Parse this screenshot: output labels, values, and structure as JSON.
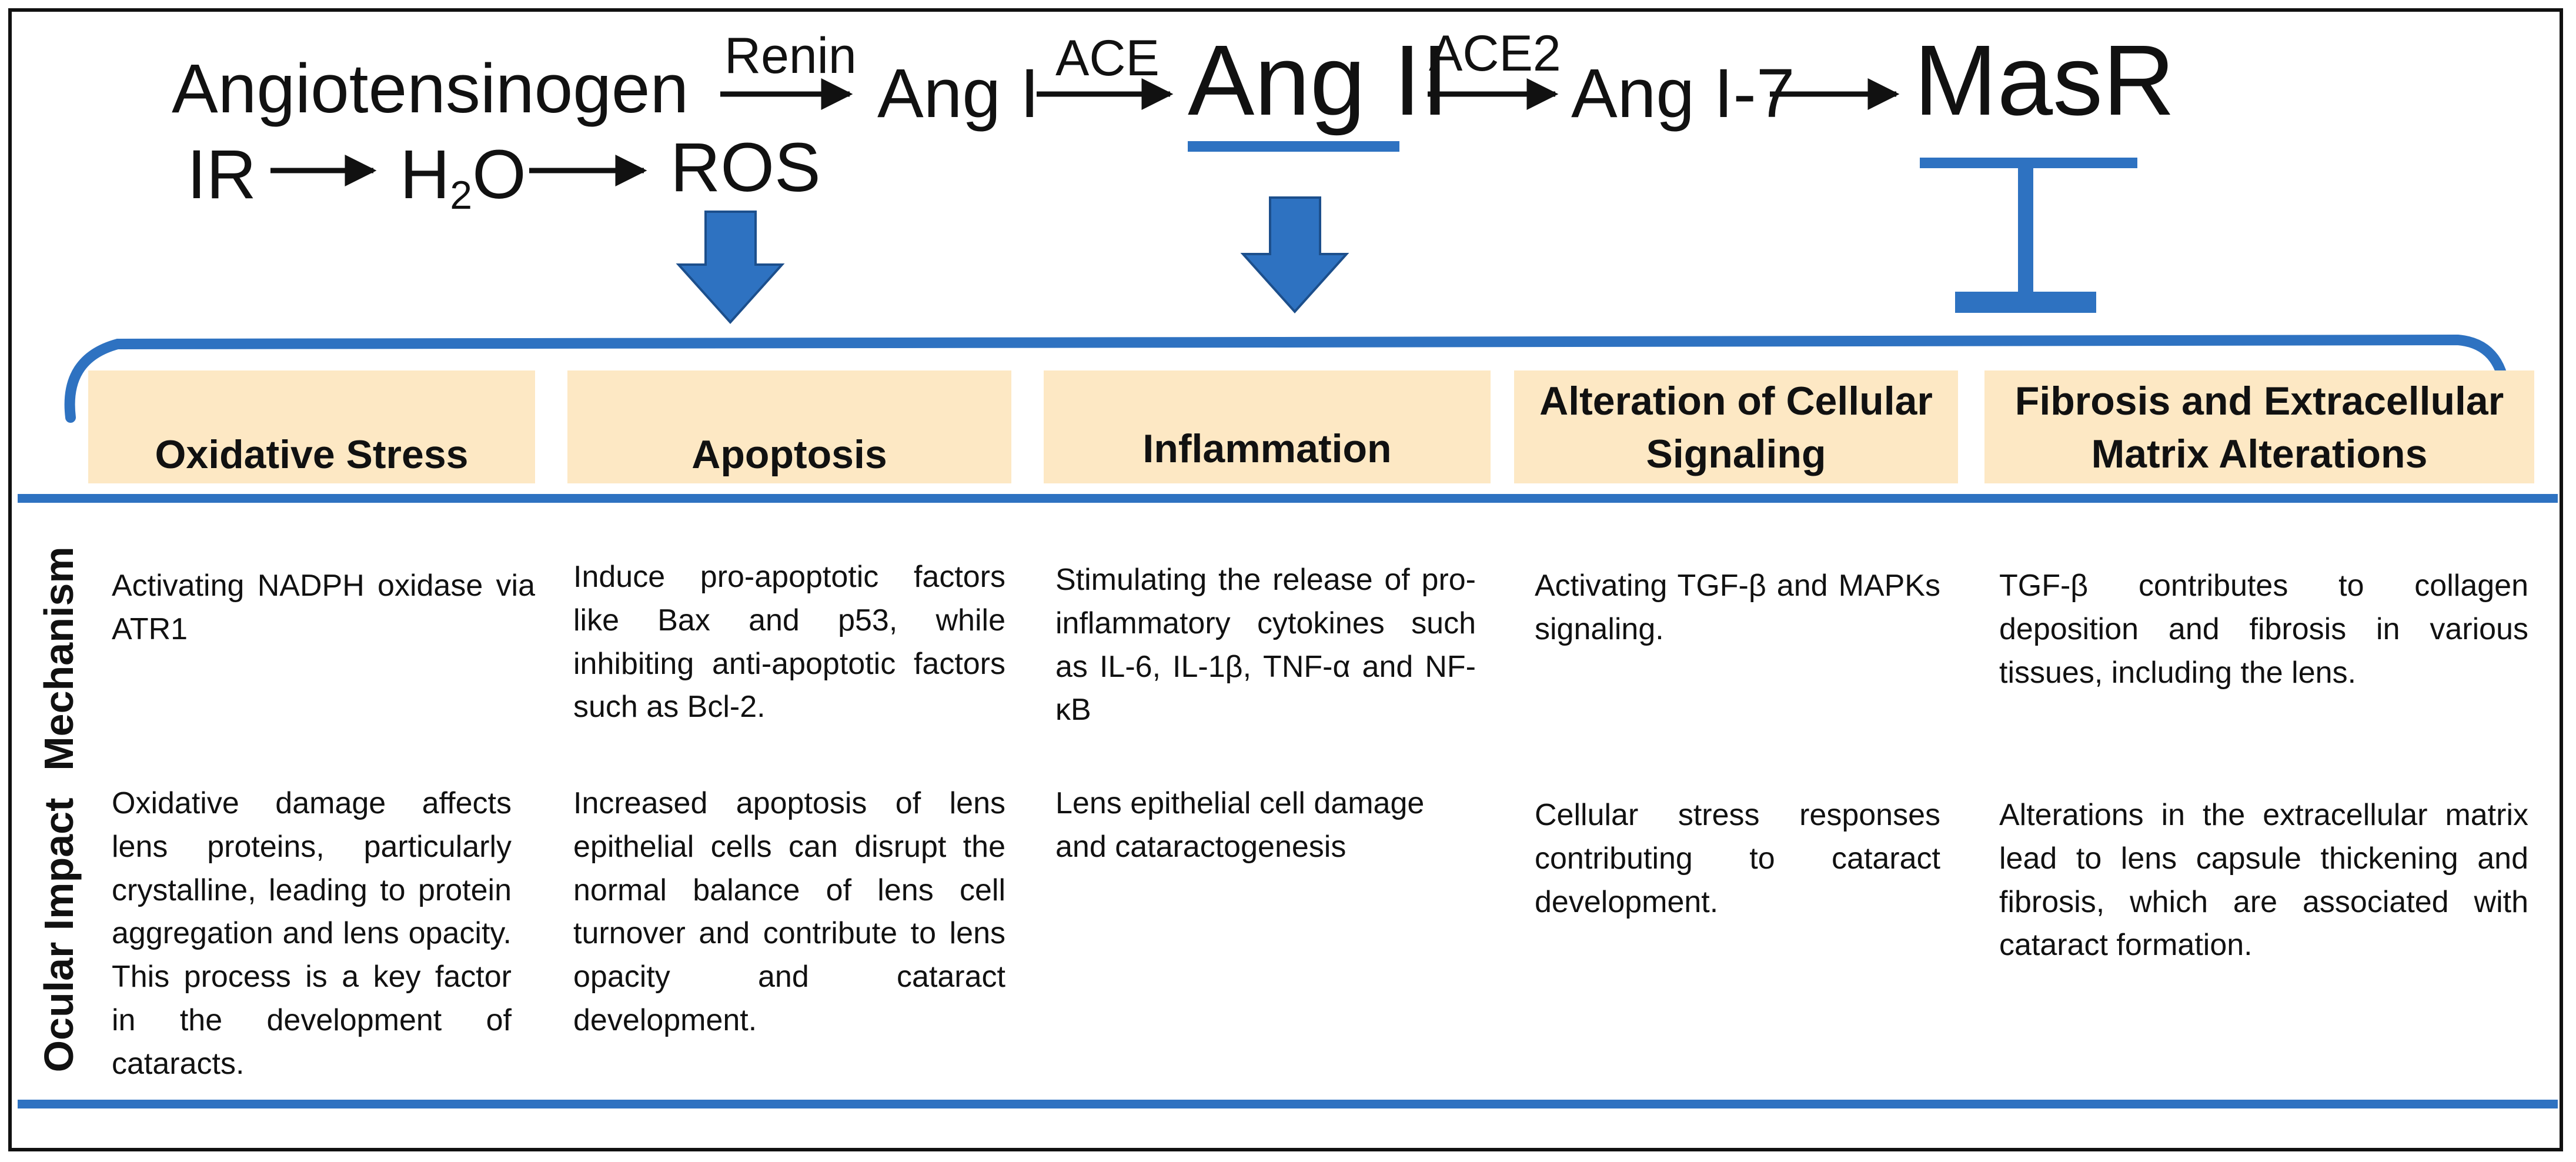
{
  "pathway": {
    "angiotensinogen": "Angiotensinogen",
    "renin": "Renin",
    "ang_i": "Ang I",
    "ace": "ACE",
    "ang_ii": "Ang II",
    "ace2": "ACE2",
    "ang_1_7": "Ang I-7",
    "masr": "MasR",
    "ir": "IR",
    "h2o_main": "H",
    "h2o_sub": "2",
    "h2o_end": "O",
    "ros": "ROS"
  },
  "colors": {
    "accent_blue": "#2e72c1",
    "header_fill": "#fde8c4"
  },
  "columns": [
    {
      "header": "Oxidative Stress",
      "mechanism": "Activating NADPH oxidase via ATR1",
      "impact": "Oxidative damage affects lens proteins, particularly crystalline, leading to protein aggregation and lens opacity. This process is a key factor in the development of cataracts."
    },
    {
      "header": "Apoptosis",
      "mechanism": "Induce pro-apoptotic factors like Bax and p53, while inhibiting anti-apoptotic factors such as Bcl-2.",
      "impact": "Increased apoptosis of lens epithelial cells can disrupt the normal balance of lens cell turnover and contribute to lens opacity and cataract development."
    },
    {
      "header": "Inflammation",
      "mechanism": "Stimulating the release of pro-inflammatory cytokines such as IL-6, IL-1β, TNF-α and NF-κB",
      "impact": "Lens epithelial cell damage and cataractogenesis"
    },
    {
      "header": "Alteration of Cellular Signaling",
      "mechanism": "Activating TGF-β and MAPKs signaling.",
      "impact": "Cellular stress responses contributing to cataract development."
    },
    {
      "header": "Fibrosis and Extracellular Matrix Alterations",
      "mechanism": "TGF-β contributes to collagen deposition and fibrosis in various tissues, including the lens.",
      "impact": "Alterations in the extracellular matrix lead to lens capsule thickening and fibrosis, which are associated with cataract formation."
    }
  ],
  "rows": {
    "mechanism": "Mechanism",
    "impact": "Ocular Impact"
  }
}
